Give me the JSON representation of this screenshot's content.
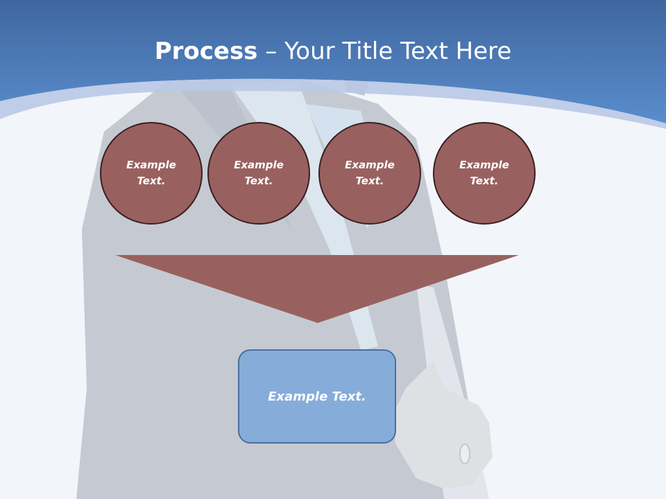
{
  "slide": {
    "title_bold": "Process",
    "title_rest": " – Your Title Text Here"
  },
  "process": {
    "steps": [
      {
        "label": "Example Text."
      },
      {
        "label": "Example Text."
      },
      {
        "label": "Example Text."
      },
      {
        "label": "Example Text."
      }
    ],
    "result_label": "Example Text."
  },
  "colors": {
    "header_blue": "#4f7fc0",
    "circle_fill": "#98615f",
    "circle_border": "#3a1f22",
    "arrow_fill": "#98615f",
    "result_fill": "#86acd9",
    "result_border": "#4a6f9f"
  }
}
